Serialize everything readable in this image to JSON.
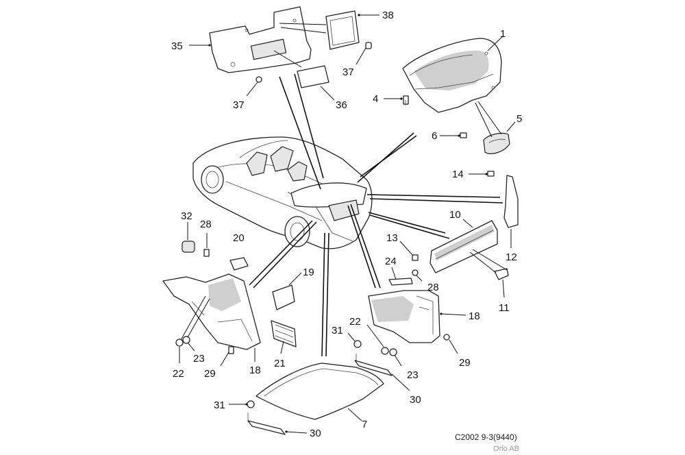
{
  "diagram": {
    "callouts": [
      {
        "id": "c1",
        "text": "1"
      },
      {
        "id": "c4",
        "text": "4"
      },
      {
        "id": "c5",
        "text": "5"
      },
      {
        "id": "c6",
        "text": "6"
      },
      {
        "id": "c7",
        "text": "7"
      },
      {
        "id": "c10",
        "text": "10"
      },
      {
        "id": "c11",
        "text": "11"
      },
      {
        "id": "c12",
        "text": "12"
      },
      {
        "id": "c13",
        "text": "13"
      },
      {
        "id": "c14",
        "text": "14"
      },
      {
        "id": "c18a",
        "text": "18"
      },
      {
        "id": "c18b",
        "text": "18"
      },
      {
        "id": "c19",
        "text": "19"
      },
      {
        "id": "c20",
        "text": "20"
      },
      {
        "id": "c21",
        "text": "21"
      },
      {
        "id": "c22a",
        "text": "22"
      },
      {
        "id": "c22b",
        "text": "22"
      },
      {
        "id": "c23a",
        "text": "23"
      },
      {
        "id": "c23b",
        "text": "23"
      },
      {
        "id": "c24",
        "text": "24"
      },
      {
        "id": "c28a",
        "text": "28"
      },
      {
        "id": "c28b",
        "text": "28"
      },
      {
        "id": "c29a",
        "text": "29"
      },
      {
        "id": "c29b",
        "text": "29"
      },
      {
        "id": "c30a",
        "text": "30"
      },
      {
        "id": "c30b",
        "text": "30"
      },
      {
        "id": "c31a",
        "text": "31"
      },
      {
        "id": "c31b",
        "text": "31"
      },
      {
        "id": "c32",
        "text": "32"
      },
      {
        "id": "c35",
        "text": "35"
      },
      {
        "id": "c36",
        "text": "36"
      },
      {
        "id": "c37a",
        "text": "37"
      },
      {
        "id": "c37b",
        "text": "37"
      },
      {
        "id": "c38",
        "text": "38"
      }
    ],
    "reference_code": "C2002 9-3(9440)",
    "credit": "Orio AB"
  }
}
